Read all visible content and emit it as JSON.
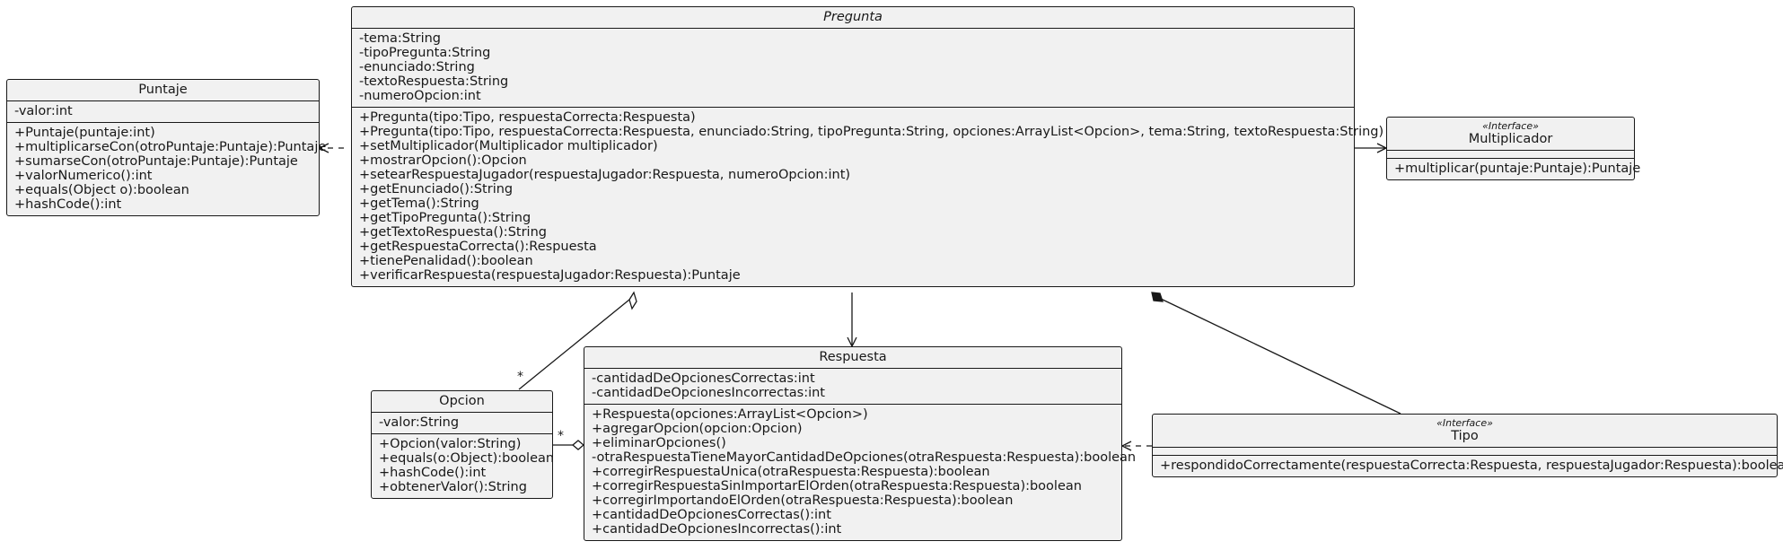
{
  "classes": {
    "puntaje": {
      "name": "Puntaje",
      "attributes": [
        "-valor:int"
      ],
      "methods": [
        "+Puntaje(puntaje:int)",
        "+multiplicarseCon(otroPuntaje:Puntaje):Puntaje",
        "+sumarseCon(otroPuntaje:Puntaje):Puntaje",
        "+valorNumerico():int",
        "+equals(Object o):boolean",
        "+hashCode():int"
      ]
    },
    "pregunta": {
      "name": "Pregunta",
      "abstract": true,
      "attributes": [
        "-tema:String",
        "-tipoPregunta:String",
        "-enunciado:String",
        "-textoRespuesta:String",
        "-numeroOpcion:int"
      ],
      "methods": [
        "+Pregunta(tipo:Tipo, respuestaCorrecta:Respuesta)",
        "+Pregunta(tipo:Tipo, respuestaCorrecta:Respuesta, enunciado:String, tipoPregunta:String, opciones:ArrayList<Opcion>, tema:String, textoRespuesta:String)",
        "+setMultiplicador(Multiplicador multiplicador)",
        "+mostrarOpcion():Opcion",
        "+setearRespuestaJugador(respuestaJugador:Respuesta, numeroOpcion:int)",
        "+getEnunciado():String",
        "+getTema():String",
        "+getTipoPregunta():String",
        "+getTextoRespuesta():String",
        "+getRespuestaCorrecta():Respuesta",
        "+tienePenalidad():boolean",
        "+verificarRespuesta(respuestaJugador:Respuesta):Puntaje"
      ]
    },
    "multiplicador": {
      "stereotype": "«Interface»",
      "name": "Multiplicador",
      "attributes": [],
      "methods": [
        "+multiplicar(puntaje:Puntaje):Puntaje"
      ]
    },
    "opcion": {
      "name": "Opcion",
      "attributes": [
        "-valor:String"
      ],
      "methods": [
        "+Opcion(valor:String)",
        "+equals(o:Object):boolean",
        "+hashCode():int",
        "+obtenerValor():String"
      ]
    },
    "respuesta": {
      "name": "Respuesta",
      "attributes": [
        "-cantidadDeOpcionesCorrectas:int",
        "-cantidadDeOpcionesIncorrectas:int"
      ],
      "methods": [
        "+Respuesta(opciones:ArrayList<Opcion>)",
        "+agregarOpcion(opcion:Opcion)",
        "+eliminarOpciones()",
        "-otraRespuestaTieneMayorCantidadDeOpciones(otraRespuesta:Respuesta):boolean",
        "+corregirRespuestaUnica(otraRespuesta:Respuesta):boolean",
        "+corregirRespuestaSinImportarElOrden(otraRespuesta:Respuesta):boolean",
        "+corregirImportandoElOrden(otraRespuesta:Respuesta):boolean",
        "+cantidadDeOpcionesCorrectas():int",
        "+cantidadDeOpcionesIncorrectas():int"
      ]
    },
    "tipo": {
      "stereotype": "«Interface»",
      "name": "Tipo",
      "attributes": [],
      "methods": [
        "+respondidoCorrectamente(respuestaCorrecta:Respuesta, respuestaJugador:Respuesta):boolean"
      ]
    }
  },
  "multiplicities": {
    "pregunta_opcion": "*",
    "opcion_respuesta": "*"
  }
}
